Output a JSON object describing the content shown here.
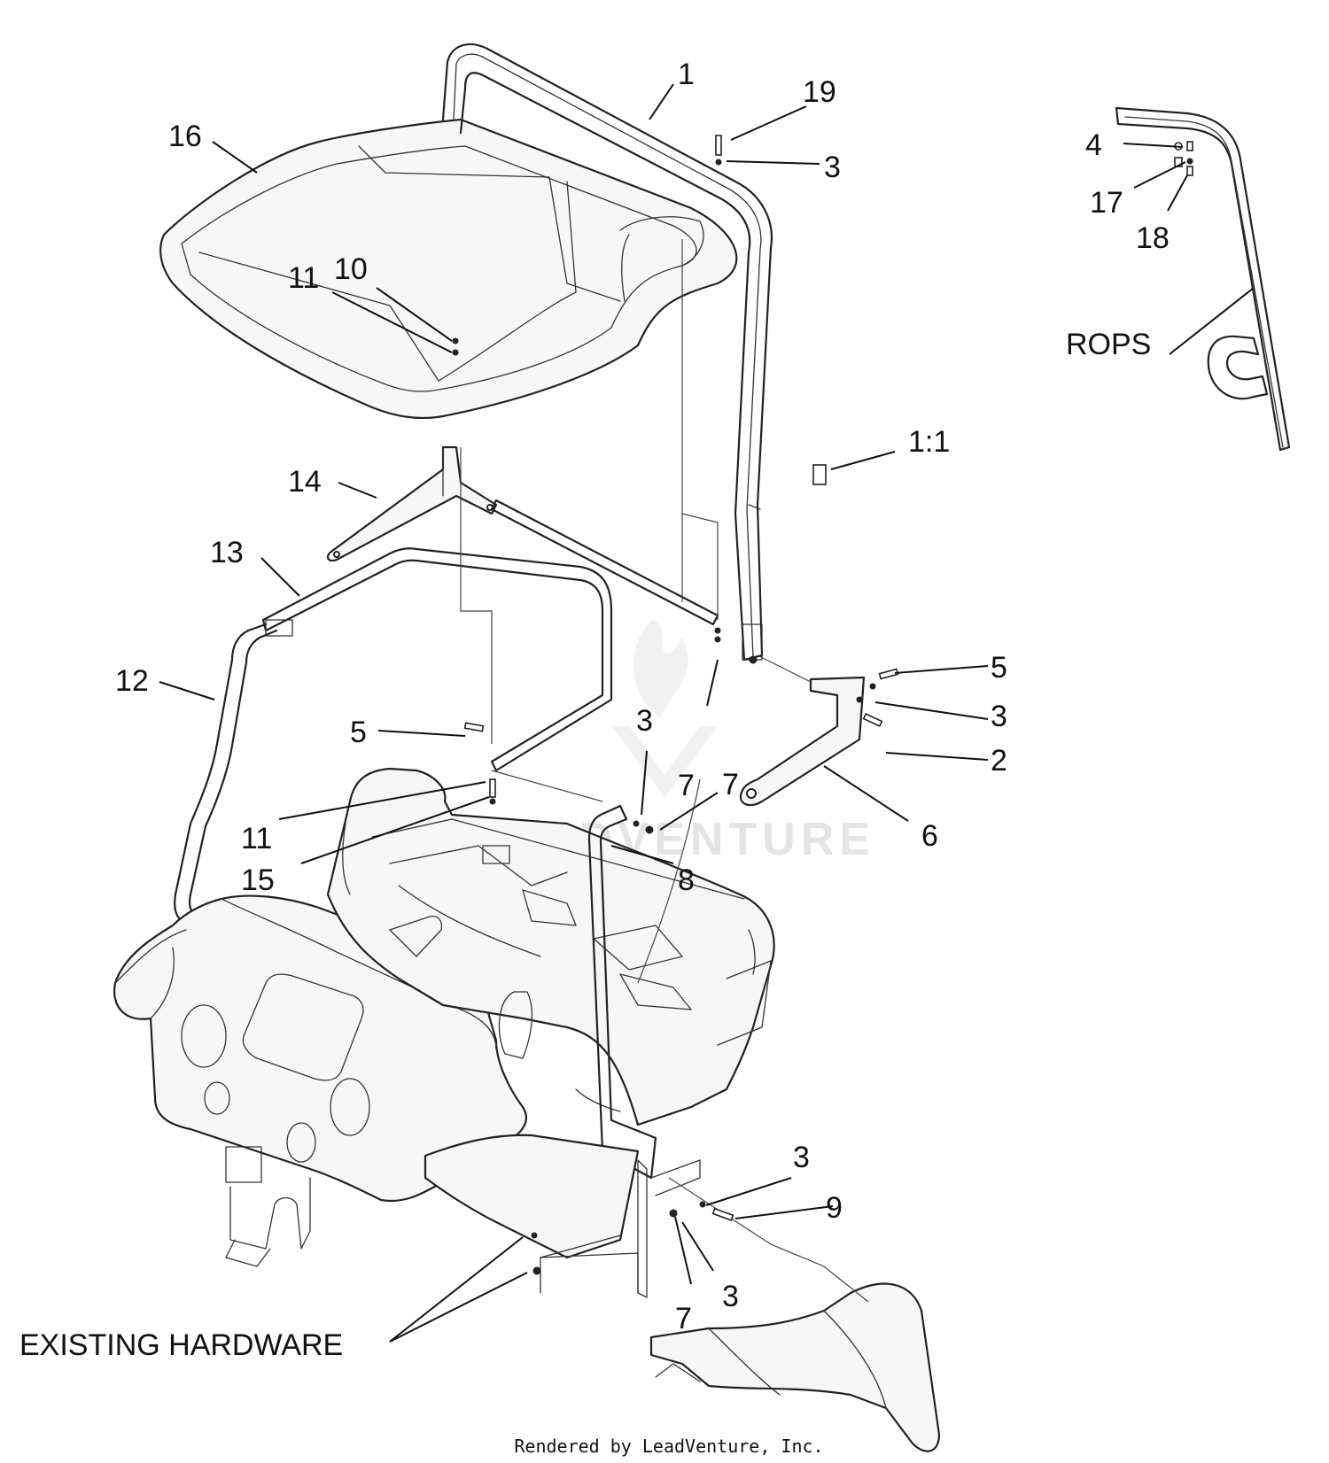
{
  "callouts": {
    "c1": "1",
    "c19": "19",
    "c3_top": "3",
    "c16": "16",
    "c10": "10",
    "c11_top": "11",
    "c4": "4",
    "c17": "17",
    "c18": "18",
    "rops": "ROPS",
    "c1_1": "1:1",
    "c14": "14",
    "c13": "13",
    "c12": "12",
    "c5_left": "5",
    "c3_mid": "3",
    "c7_mid": "7",
    "c7_mid2": "7",
    "c5_right": "5",
    "c3_right": "3",
    "c2": "2",
    "c6": "6",
    "c11_low": "11",
    "c15": "15",
    "c8": "8",
    "c3_low": "3",
    "c9": "9",
    "c7_low": "7",
    "c3_bottom": "3",
    "existing_hardware": "EXISTING HARDWARE"
  },
  "watermark": "LEADVENTURE",
  "footer": "Rendered by LeadVenture, Inc."
}
